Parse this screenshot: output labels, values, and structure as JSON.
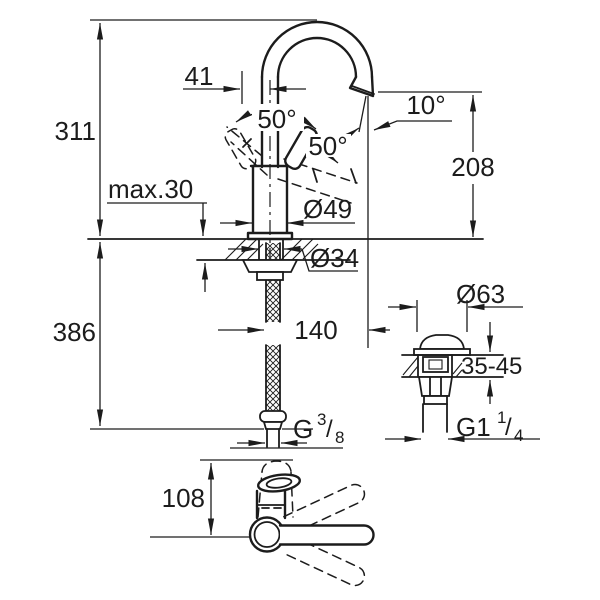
{
  "drawing": {
    "side_view": {
      "total_height": "311",
      "handle_offset": "41",
      "swivel_left": "50°",
      "swivel_right": "50°",
      "stream_angle": "10°",
      "spout_height": "208",
      "max_deck_thickness": "max.30",
      "body_diameter": "Ø49",
      "hole_diameter": "Ø34",
      "below_deck_length": "386",
      "spout_reach": "140",
      "supply_thread": {
        "prefix": "G",
        "numerator": "3",
        "slash": "/",
        "denominator": "8"
      }
    },
    "waste_view": {
      "flange_diameter": "Ø63",
      "deck_thickness_range": "35-45",
      "waste_thread": {
        "prefix": "G1",
        "numerator": "1",
        "slash": "/",
        "denominator": "4"
      }
    },
    "top_view": {
      "body_depth": "108"
    }
  },
  "colors": {
    "line": "#1c1c1c",
    "background": "#ffffff"
  }
}
